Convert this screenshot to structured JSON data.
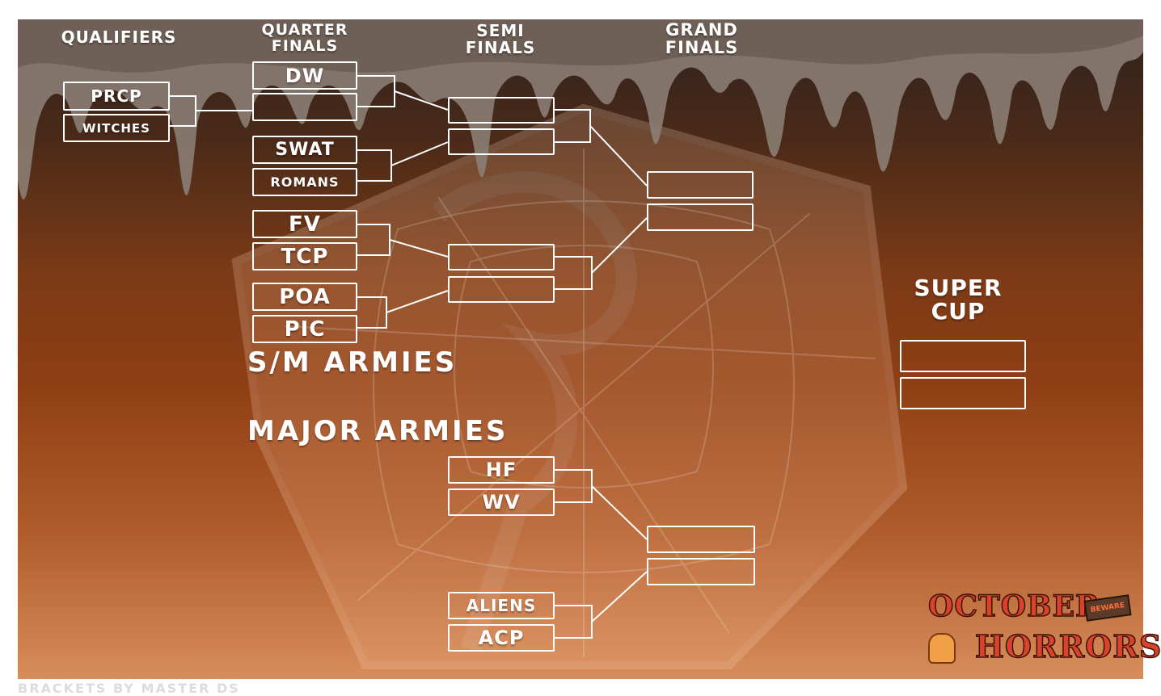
{
  "headers": {
    "qualifiers": "QUALIFIERS",
    "quarter_l1": "QUARTER",
    "quarter_l2": "FINALS",
    "semi_l1": "SEMI",
    "semi_l2": "FINALS",
    "grand_l1": "GRAND",
    "grand_l2": "FINALS",
    "super_l1": "SUPER",
    "super_l2": "CUP"
  },
  "sections": {
    "sm_armies": "S/M ARMIES",
    "major_armies": "MAJOR ARMIES"
  },
  "teams": {
    "qualifiers": [
      "PRCP",
      "WITCHES"
    ],
    "quarter_finals": [
      "DW",
      "",
      "SWAT",
      "ROMANS",
      "FV",
      "TCP",
      "POA",
      "PIC"
    ],
    "semi_finals": [
      "",
      "",
      "",
      ""
    ],
    "grand_finals": [
      "",
      ""
    ],
    "super_cup": [
      "",
      ""
    ],
    "major_semis": [
      "HF",
      "WV",
      "ALIENS",
      "ACP"
    ],
    "major_final": [
      "",
      ""
    ]
  },
  "credit": "BRACKETS BY MASTER DS",
  "logo": {
    "line1": "OCTOBER",
    "line2": "HORRORS",
    "sign": "BEWARE"
  },
  "colors": {
    "bg_top": "#2e211b",
    "bg_mid": "#8f3e14",
    "bg_bottom": "#d88d5b",
    "line": "#ffffff"
  }
}
